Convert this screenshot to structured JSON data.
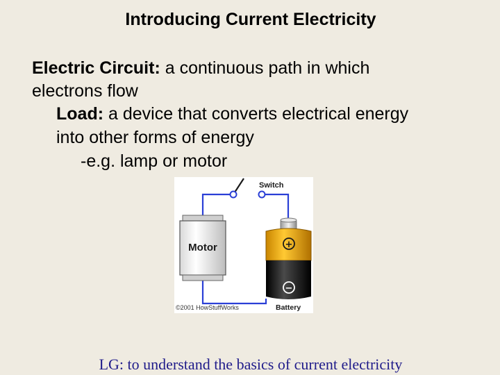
{
  "slide": {
    "title": "Introducing Current Electricity",
    "circuit_term": "Electric Circuit:",
    "circuit_def_a": " a continuous path in which",
    "circuit_def_b": "electrons flow",
    "load_term": "Load:",
    "load_def_a": " a device that converts electrical energy",
    "load_def_b": "into other forms of energy",
    "example": "-e.g. lamp or motor",
    "lg_term": "LG:",
    "lg_text": " to understand the basics of current electricity"
  },
  "diagram": {
    "switch_label": "Switch",
    "motor_label": "Motor",
    "battery_label": "Battery",
    "credit": "©2001 HowStuffWorks",
    "plus_symbol": "+",
    "minus_symbol": "−",
    "wire_color": "#2a3fd6",
    "battery_top_color": "#f2a700",
    "battery_bottom_color": "#1a1a1a"
  }
}
